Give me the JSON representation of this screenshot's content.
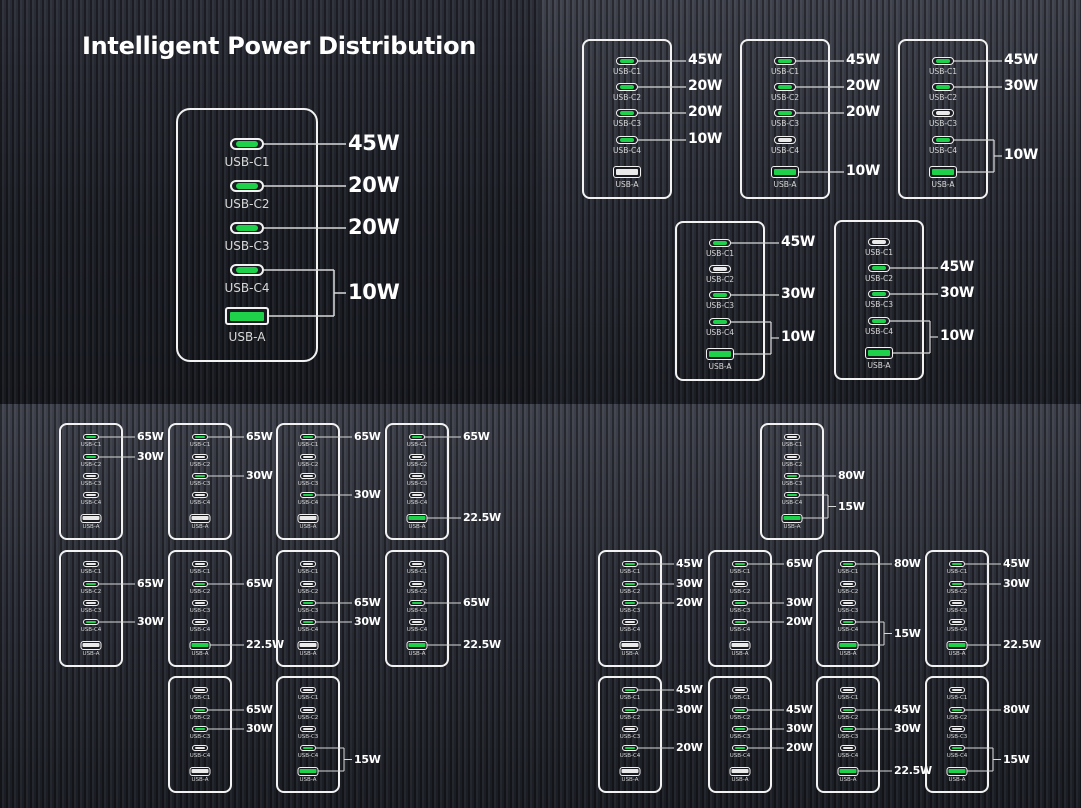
{
  "title": "Intelligent Power Distribution",
  "colors": {
    "active": "#1fd14a",
    "inactive": "#e9e9e9",
    "outline": "#f2f2f2"
  },
  "port_labels": [
    "USB-C1",
    "USB-C2",
    "USB-C3",
    "USB-C4",
    "USB-A"
  ],
  "panels": [
    {
      "id": "main",
      "configs": [
        {
          "active": [
            1,
            1,
            1,
            1,
            1
          ],
          "outputs": [
            {
              "ports": [
                0
              ],
              "watt": "45W"
            },
            {
              "ports": [
                1
              ],
              "watt": "20W"
            },
            {
              "ports": [
                2
              ],
              "watt": "20W"
            },
            {
              "ports": [
                3,
                4
              ],
              "watt": "10W"
            }
          ]
        }
      ]
    },
    {
      "id": "four-port",
      "configs": [
        {
          "active": [
            1,
            1,
            1,
            1,
            0
          ],
          "outputs": [
            {
              "ports": [
                0
              ],
              "watt": "45W"
            },
            {
              "ports": [
                1
              ],
              "watt": "20W"
            },
            {
              "ports": [
                2
              ],
              "watt": "20W"
            },
            {
              "ports": [
                3
              ],
              "watt": "10W"
            }
          ]
        },
        {
          "active": [
            1,
            1,
            1,
            0,
            1
          ],
          "outputs": [
            {
              "ports": [
                0
              ],
              "watt": "45W"
            },
            {
              "ports": [
                1
              ],
              "watt": "20W"
            },
            {
              "ports": [
                2
              ],
              "watt": "20W"
            },
            {
              "ports": [
                4
              ],
              "watt": "10W"
            }
          ]
        },
        {
          "active": [
            1,
            1,
            0,
            1,
            1
          ],
          "outputs": [
            {
              "ports": [
                0
              ],
              "watt": "45W"
            },
            {
              "ports": [
                1
              ],
              "watt": "30W"
            },
            {
              "ports": [
                3,
                4
              ],
              "watt": "10W"
            }
          ]
        },
        {
          "active": [
            1,
            0,
            1,
            1,
            1
          ],
          "outputs": [
            {
              "ports": [
                0
              ],
              "watt": "45W"
            },
            {
              "ports": [
                2
              ],
              "watt": "30W"
            },
            {
              "ports": [
                3,
                4
              ],
              "watt": "10W"
            }
          ]
        },
        {
          "active": [
            0,
            1,
            1,
            1,
            1
          ],
          "outputs": [
            {
              "ports": [
                1
              ],
              "watt": "45W"
            },
            {
              "ports": [
                2
              ],
              "watt": "30W"
            },
            {
              "ports": [
                3,
                4
              ],
              "watt": "10W"
            }
          ]
        }
      ]
    },
    {
      "id": "two-port",
      "configs": [
        {
          "active": [
            1,
            1,
            0,
            0,
            0
          ],
          "outputs": [
            {
              "ports": [
                0
              ],
              "watt": "65W"
            },
            {
              "ports": [
                1
              ],
              "watt": "30W"
            }
          ]
        },
        {
          "active": [
            1,
            0,
            1,
            0,
            0
          ],
          "outputs": [
            {
              "ports": [
                0
              ],
              "watt": "65W"
            },
            {
              "ports": [
                2
              ],
              "watt": "30W"
            }
          ]
        },
        {
          "active": [
            1,
            0,
            0,
            1,
            0
          ],
          "outputs": [
            {
              "ports": [
                0
              ],
              "watt": "65W"
            },
            {
              "ports": [
                3
              ],
              "watt": "30W"
            }
          ]
        },
        {
          "active": [
            1,
            0,
            0,
            0,
            1
          ],
          "outputs": [
            {
              "ports": [
                0
              ],
              "watt": "65W"
            },
            {
              "ports": [
                4
              ],
              "watt": "22.5W"
            }
          ]
        },
        {
          "active": [
            0,
            1,
            0,
            1,
            0
          ],
          "outputs": [
            {
              "ports": [
                1
              ],
              "watt": "65W"
            },
            {
              "ports": [
                3
              ],
              "watt": "30W"
            }
          ]
        },
        {
          "active": [
            0,
            1,
            0,
            0,
            1
          ],
          "outputs": [
            {
              "ports": [
                1
              ],
              "watt": "65W"
            },
            {
              "ports": [
                4
              ],
              "watt": "22.5W"
            }
          ]
        },
        {
          "active": [
            0,
            0,
            1,
            1,
            0
          ],
          "outputs": [
            {
              "ports": [
                2
              ],
              "watt": "65W"
            },
            {
              "ports": [
                3
              ],
              "watt": "30W"
            }
          ]
        },
        {
          "active": [
            0,
            0,
            1,
            0,
            1
          ],
          "outputs": [
            {
              "ports": [
                2
              ],
              "watt": "65W"
            },
            {
              "ports": [
                4
              ],
              "watt": "22.5W"
            }
          ]
        },
        {
          "active": [
            0,
            1,
            1,
            0,
            0
          ],
          "outputs": [
            {
              "ports": [
                1
              ],
              "watt": "65W"
            },
            {
              "ports": [
                2
              ],
              "watt": "30W"
            }
          ]
        },
        {
          "active": [
            0,
            0,
            0,
            1,
            1
          ],
          "outputs": [
            {
              "ports": [
                3,
                4
              ],
              "watt": "15W"
            }
          ]
        }
      ]
    },
    {
      "id": "three-port",
      "configs": [
        {
          "active": [
            0,
            0,
            1,
            1,
            1
          ],
          "outputs": [
            {
              "ports": [
                2
              ],
              "watt": "80W"
            },
            {
              "ports": [
                3,
                4
              ],
              "watt": "15W"
            }
          ]
        },
        {
          "active": [
            1,
            1,
            1,
            0,
            0
          ],
          "outputs": [
            {
              "ports": [
                0
              ],
              "watt": "45W"
            },
            {
              "ports": [
                1
              ],
              "watt": "30W"
            },
            {
              "ports": [
                2
              ],
              "watt": "20W"
            }
          ]
        },
        {
          "active": [
            1,
            0,
            1,
            1,
            0
          ],
          "outputs": [
            {
              "ports": [
                0
              ],
              "watt": "65W"
            },
            {
              "ports": [
                2
              ],
              "watt": "30W"
            },
            {
              "ports": [
                3
              ],
              "watt": "20W"
            }
          ]
        },
        {
          "active": [
            1,
            0,
            0,
            1,
            1
          ],
          "outputs": [
            {
              "ports": [
                0
              ],
              "watt": "80W"
            },
            {
              "ports": [
                3,
                4
              ],
              "watt": "15W"
            }
          ]
        },
        {
          "active": [
            1,
            1,
            0,
            0,
            1
          ],
          "outputs": [
            {
              "ports": [
                0
              ],
              "watt": "45W"
            },
            {
              "ports": [
                1
              ],
              "watt": "30W"
            },
            {
              "ports": [
                4
              ],
              "watt": "22.5W"
            }
          ]
        },
        {
          "active": [
            1,
            1,
            0,
            1,
            0
          ],
          "outputs": [
            {
              "ports": [
                0
              ],
              "watt": "45W"
            },
            {
              "ports": [
                1
              ],
              "watt": "30W"
            },
            {
              "ports": [
                3
              ],
              "watt": "20W"
            }
          ]
        },
        {
          "active": [
            0,
            1,
            1,
            1,
            0
          ],
          "outputs": [
            {
              "ports": [
                1
              ],
              "watt": "45W"
            },
            {
              "ports": [
                2
              ],
              "watt": "30W"
            },
            {
              "ports": [
                3
              ],
              "watt": "20W"
            }
          ]
        },
        {
          "active": [
            0,
            1,
            1,
            0,
            1
          ],
          "outputs": [
            {
              "ports": [
                1
              ],
              "watt": "45W"
            },
            {
              "ports": [
                2
              ],
              "watt": "30W"
            },
            {
              "ports": [
                4
              ],
              "watt": "22.5W"
            }
          ]
        },
        {
          "active": [
            0,
            1,
            0,
            1,
            1
          ],
          "outputs": [
            {
              "ports": [
                1
              ],
              "watt": "80W"
            },
            {
              "ports": [
                3,
                4
              ],
              "watt": "15W"
            }
          ]
        }
      ]
    }
  ]
}
